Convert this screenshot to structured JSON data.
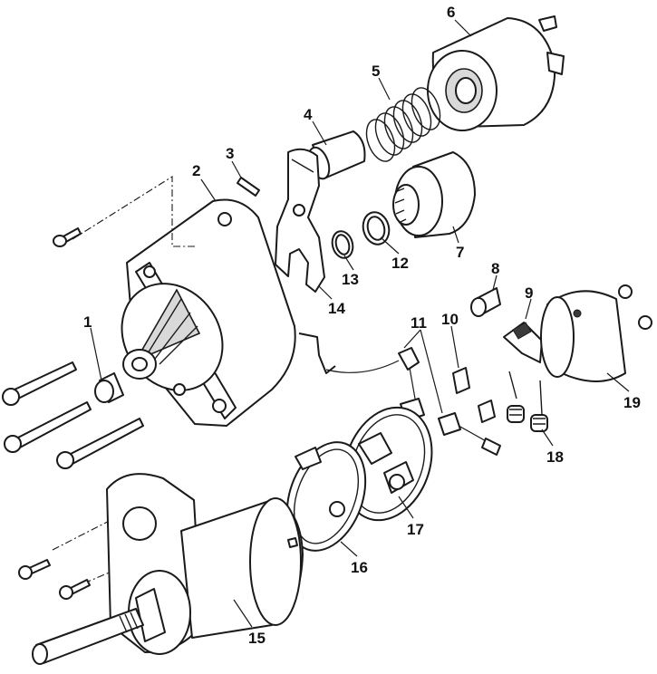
{
  "callouts": [
    {
      "id": "1",
      "label": "1"
    },
    {
      "id": "2",
      "label": "2"
    },
    {
      "id": "3",
      "label": "3"
    },
    {
      "id": "4",
      "label": "4"
    },
    {
      "id": "5",
      "label": "5"
    },
    {
      "id": "6",
      "label": "6"
    },
    {
      "id": "7",
      "label": "7"
    },
    {
      "id": "8",
      "label": "8"
    },
    {
      "id": "9",
      "label": "9"
    },
    {
      "id": "10",
      "label": "10"
    },
    {
      "id": "11",
      "label": "11"
    },
    {
      "id": "12",
      "label": "12"
    },
    {
      "id": "13",
      "label": "13"
    },
    {
      "id": "14",
      "label": "14"
    },
    {
      "id": "15",
      "label": "15"
    },
    {
      "id": "16",
      "label": "16"
    },
    {
      "id": "17",
      "label": "17"
    },
    {
      "id": "18",
      "label": "18"
    },
    {
      "id": "19",
      "label": "19"
    }
  ],
  "colors": {
    "line": "#1a1a1a",
    "background": "#ffffff",
    "shade": "#d9d9d9"
  }
}
